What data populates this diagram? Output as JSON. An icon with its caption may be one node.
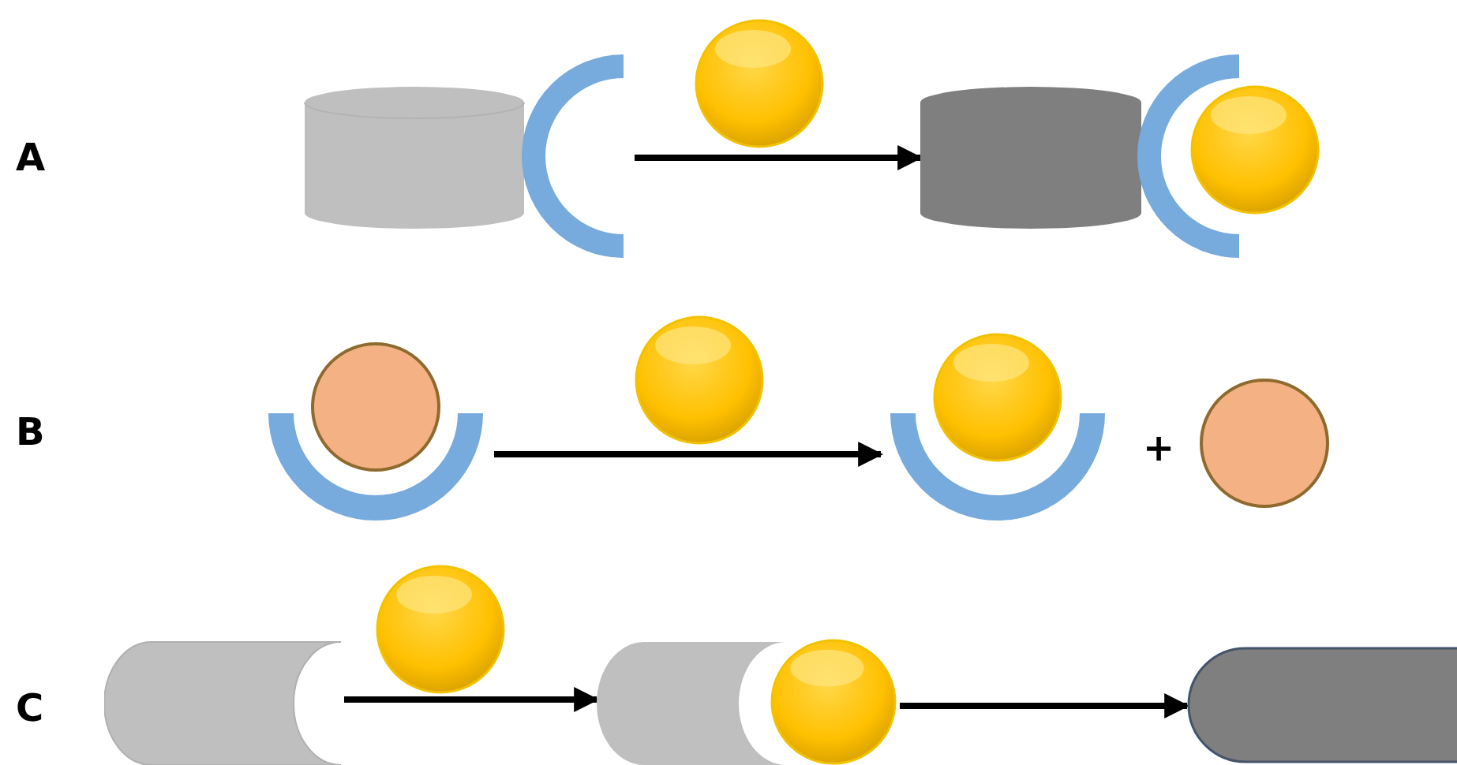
{
  "diagram": {
    "nodes": [
      {
        "text": [],
        "shape": "cylinder"
      },
      {
        "text": [],
        "shape": "picture"
      },
      {
        "text": [],
        "shape": "circle"
      },
      {
        "text": [],
        "shape": "picture"
      },
      {
        "text": [],
        "shape": "circle"
      },
      {
        "text": [],
        "shape": "cylinder"
      },
      {
        "text": [],
        "shape": "picture"
      },
      {
        "text": [],
        "shape": "bar"
      }
    ],
    "edges": [
      {
        "from": 0,
        "to": 1,
        "arrow": "to"
      },
      {
        "from": 2,
        "to": 3,
        "arrow": "to"
      },
      {
        "from": 5,
        "to": 6,
        "arrow": "to"
      },
      {
        "from": 6,
        "to": 7,
        "arrow": "to"
      }
    ],
    "labels": [
      "A",
      "B",
      "+",
      "C"
    ]
  }
}
